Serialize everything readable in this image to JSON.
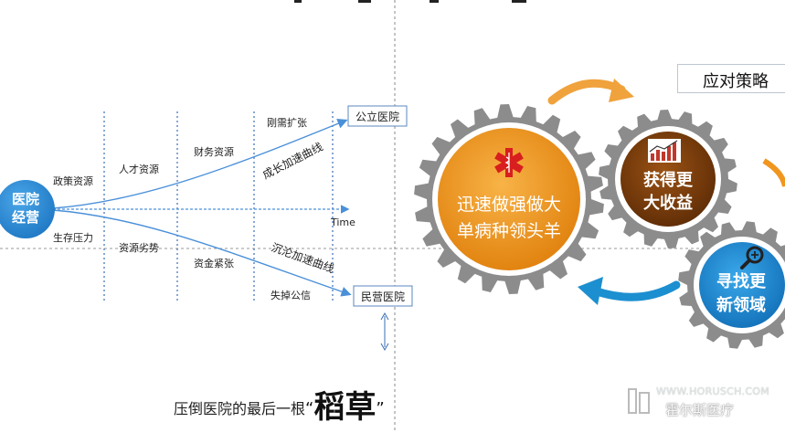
{
  "hospital_node": {
    "line1": "医院",
    "line2": "经营"
  },
  "upper_factors": [
    "政策资源",
    "人才资源",
    "财务资源",
    "刚需扩张"
  ],
  "lower_factors": [
    "生存压力",
    "资源劣势",
    "资金紧张",
    "失掉公信"
  ],
  "upper_curve_label": "成长加速曲线",
  "lower_curve_label": "沉沦加速曲线",
  "time_label": "Time",
  "public_hospital": "公立医院",
  "private_hospital": "民营医院",
  "caption": {
    "prefix": "压倒医院的最后一根",
    "open_quote": "“",
    "emphasis": "稻草",
    "close_quote": "”"
  },
  "strategy_title": "应对策略",
  "gears": {
    "main": {
      "line1": "迅速做强做大",
      "line2": "单病种领头羊",
      "icon": "medical-star-of-life-icon"
    },
    "top": {
      "line1": "获得更",
      "line2": "大收益",
      "icon": "bar-chart-growth-icon"
    },
    "bottom": {
      "line1": "寻找更",
      "line2": "新领域",
      "icon": "magnifier-plus-icon"
    }
  },
  "watermark": {
    "url": "WWW.HORUSCH.COM",
    "name": "霍尔斯医疗"
  },
  "colors": {
    "blue_node": "#2f8fd6",
    "curve_blue": "#4a90d9",
    "orange_gear": "#f0961e",
    "brown_gear": "#7a3d0c",
    "blue_gear": "#1e90d6",
    "gear_ring": "#8c8c8c",
    "arrow_orange": "#f0a23c",
    "arrow_blue": "#1c8fd0"
  }
}
